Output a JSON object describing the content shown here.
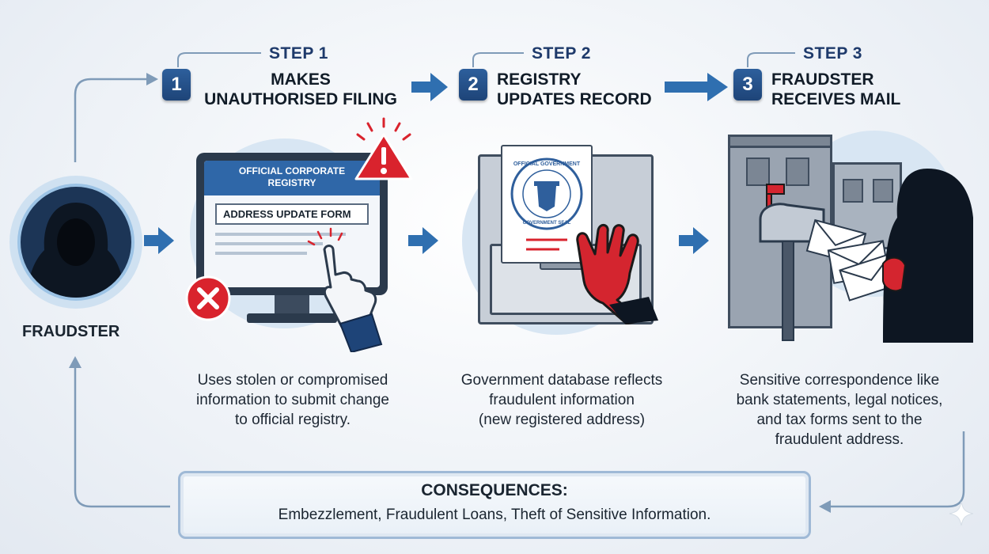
{
  "fraudster": {
    "label": "FRAUDSTER"
  },
  "steps": [
    {
      "step_label": "STEP 1",
      "number": "1",
      "title_line1": "MAKES",
      "title_line2": "UNAUTHORISED FILING",
      "desc_lines": [
        "Uses stolen or compromised",
        "information to submit change",
        "to official registry."
      ],
      "screen_header_line1": "OFFICIAL CORPORATE",
      "screen_header_line2": "REGISTRY",
      "form_title": "ADDRESS UPDATE FORM"
    },
    {
      "step_label": "STEP 2",
      "number": "2",
      "title_line1": "REGISTRY",
      "title_line2": "UPDATES RECORD",
      "desc_lines": [
        "Government database reflects",
        "fraudulent information",
        "(new registered address)"
      ],
      "seal_text_top": "OFFICIAL GOVERNMENT",
      "seal_text_bottom": "GOVERNMENT SEAL"
    },
    {
      "step_label": "STEP 3",
      "number": "3",
      "title_line1": "FRAUDSTER",
      "title_line2": "RECEIVES MAIL",
      "desc_lines": [
        "Sensitive correspondence like",
        "bank statements, legal notices,",
        "and tax forms sent to the",
        "fraudulent address."
      ]
    }
  ],
  "consequences": {
    "title": "CONSEQUENCES:",
    "text": "Embezzlement, Fraudulent Loans, Theft of Sensitive Information."
  },
  "colors": {
    "navy": "#1e4478",
    "arrow_blue": "#2f6fb0",
    "alert_red": "#d9232d",
    "glove_red": "#d4252f",
    "flow_line": "#7f9bb8"
  }
}
